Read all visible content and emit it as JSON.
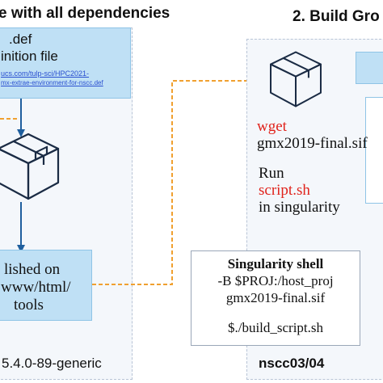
{
  "left_panel": {
    "title": "e with all dependencies",
    "def_box": {
      "line1": ".def",
      "line2": "inition file",
      "link1": "ucs.com/tulp-sci/HPC2021-",
      "link2": "mx-extrae-environment-for-nscc.def"
    },
    "publish_box": {
      "line1": "lished on",
      "line2": "www/html/",
      "line3": "tools"
    },
    "footer": "5.4.0-89-generic"
  },
  "right_panel": {
    "title": "2. Build Gro",
    "wget_label": "wget",
    "sif_file": "gmx2019-final.sif",
    "run_label": "Run",
    "script_label": "script.sh",
    "in_singularity": "in singularity",
    "shell_box": {
      "title": "Singularity shell",
      "line1": "-B $PROJ:/host_proj",
      "line2": "gmx2019-final.sif",
      "line3": "$./build_script.sh"
    },
    "footer": "nscc03/04"
  },
  "colors": {
    "arrow_orange": "#f0a030",
    "arrow_blue": "#1f5f9e",
    "box_blue": "#bfe0f5",
    "accent_red": "#e0231c"
  },
  "icons": [
    "container-box-icon"
  ]
}
